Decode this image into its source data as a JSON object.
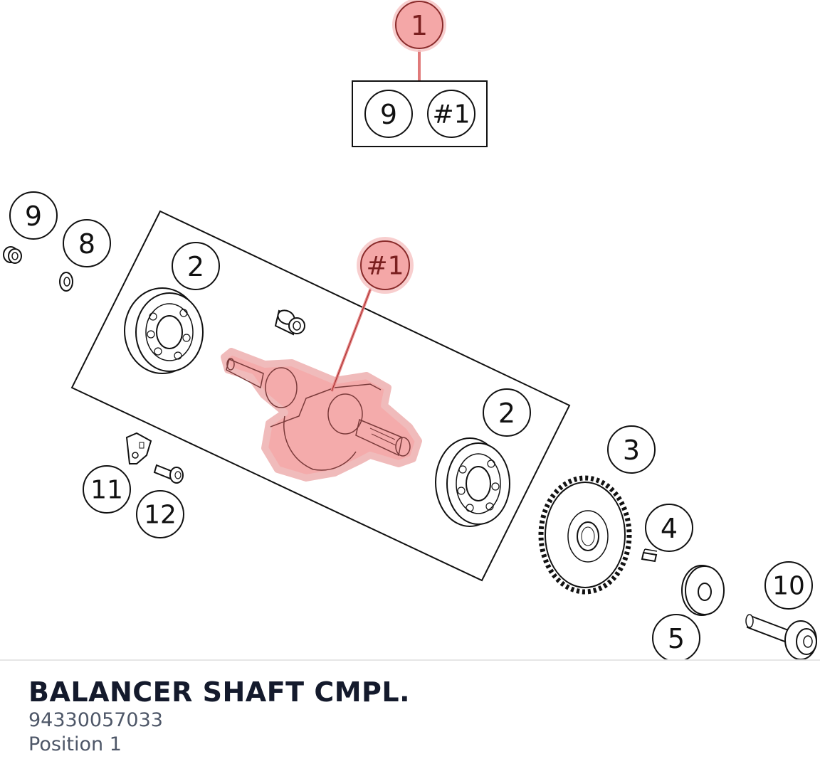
{
  "diagram": {
    "highlight_color": "#f2a9a9",
    "highlight_stroke": "#e06a6a",
    "top_callout": "1",
    "legend_items": [
      "9",
      "#1"
    ],
    "callouts": {
      "c9": "9",
      "c8": "8",
      "c2a": "2",
      "c2b": "2",
      "c_hash1": "#1",
      "c3": "3",
      "c4": "4",
      "c5": "5",
      "c10": "10",
      "c11": "11",
      "c12": "12"
    }
  },
  "part": {
    "title": "BALANCER SHAFT CMPL.",
    "number": "94330057033",
    "position": "Position 1"
  }
}
